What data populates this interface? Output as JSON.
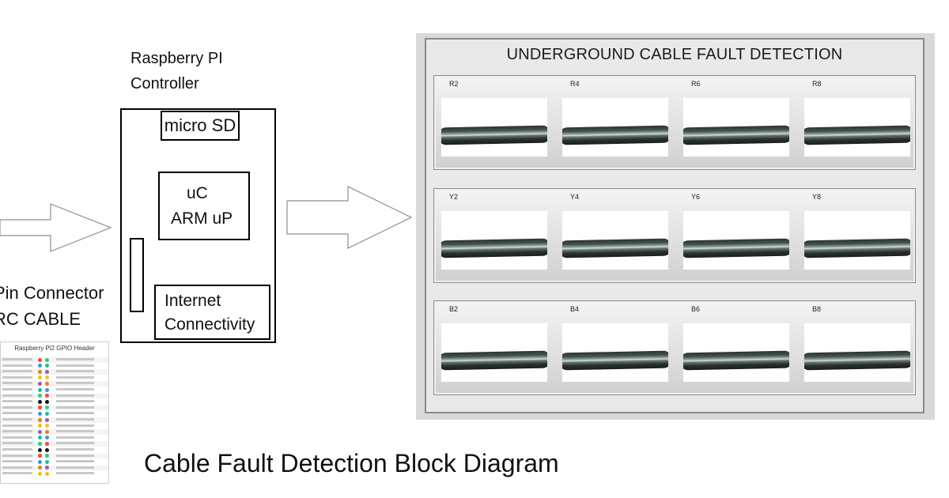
{
  "left_connector": {
    "line1": "Pin Connector",
    "line2": "RC CABLE"
  },
  "controller": {
    "title_line1": "Raspberry PI",
    "title_line2": "Controller",
    "micro_sd": "micro SD",
    "uc_line1": "uC",
    "uc_line2": "ARM uP",
    "net_line1": "Internet",
    "net_line2": "Connectivity"
  },
  "gpio": {
    "title": "Raspberry Pi2 GPIO Header"
  },
  "panel": {
    "title": "UNDERGROUND CABLE FAULT DETECTION",
    "rows": [
      {
        "cells": [
          "R2",
          "R4",
          "R6",
          "R8"
        ]
      },
      {
        "cells": [
          "Y2",
          "Y4",
          "Y6",
          "Y8"
        ]
      },
      {
        "cells": [
          "B2",
          "B4",
          "B6",
          "B8"
        ]
      }
    ]
  },
  "caption": "Cable Fault Detection Block Diagram"
}
